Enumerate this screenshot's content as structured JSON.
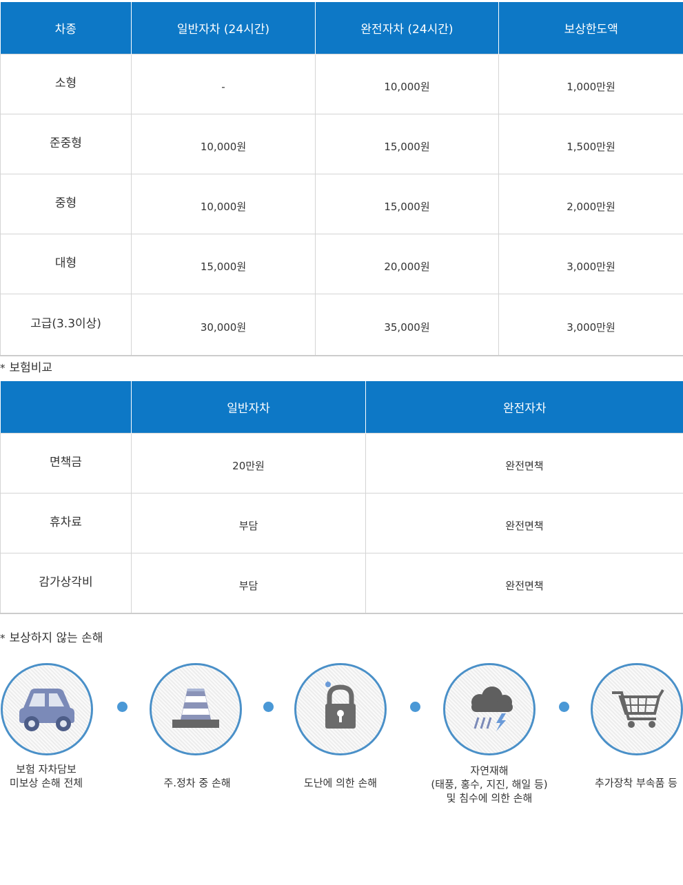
{
  "rate_table": {
    "headers": [
      "차종",
      "일반자차 (24시간)",
      "완전자차 (24시간)",
      "보상한도액"
    ],
    "rows": [
      [
        "소형",
        "-",
        "10,000원",
        "1,000만원"
      ],
      [
        "준중형",
        "10,000원",
        "15,000원",
        "1,500만원"
      ],
      [
        "중형",
        "10,000원",
        "15,000원",
        "2,000만원"
      ],
      [
        "대형",
        "15,000원",
        "20,000원",
        "3,000만원"
      ],
      [
        "고급(3.3이상)",
        "30,000원",
        "35,000원",
        "3,000만원"
      ]
    ]
  },
  "insurance_compare": {
    "star": "*",
    "title": "보험비교",
    "headers": [
      "",
      "일반자차",
      "완전자차"
    ],
    "rows": [
      [
        "면책금",
        "20만원",
        "완전면책"
      ],
      [
        "휴차료",
        "부담",
        "완전면책"
      ],
      [
        "감가상각비",
        "부담",
        "완전면책"
      ]
    ]
  },
  "uncovered": {
    "star": "*",
    "title": "보상하지 않는 손해",
    "items": [
      {
        "icon": "car-icon",
        "lines": [
          "보험 자차담보",
          "미보상 손해 전체"
        ]
      },
      {
        "icon": "traffic-cone-icon",
        "lines": [
          "주.정차 중 손해"
        ]
      },
      {
        "icon": "padlock-icon",
        "lines": [
          "도난에 의한 손해"
        ]
      },
      {
        "icon": "storm-cloud-icon",
        "lines": [
          "자연재해",
          "(태풍, 홍수, 지진, 해일 등)",
          "및 침수에 의한 손해"
        ]
      },
      {
        "icon": "shopping-cart-icon",
        "lines": [
          "추가장착 부속품 등"
        ]
      }
    ]
  },
  "colors": {
    "header_blue": "#0d78c6",
    "circle_border": "#4a90c8",
    "dot": "#4a98d6",
    "icon_fill": "#7b8ab8"
  }
}
